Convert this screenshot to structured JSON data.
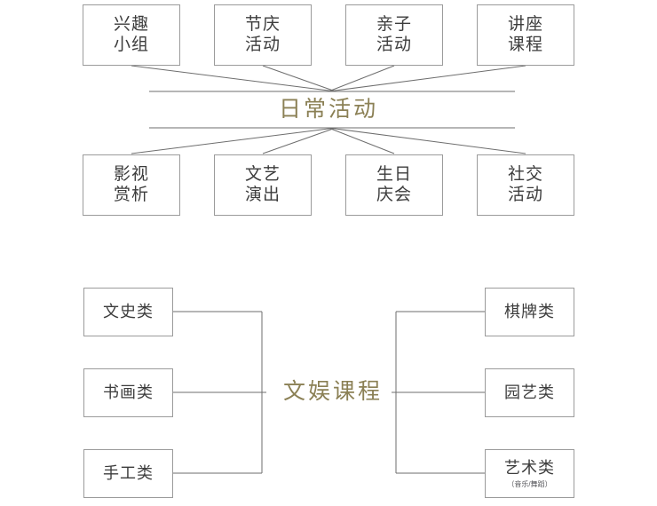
{
  "diagram": {
    "background_color": "#ffffff",
    "box_border_color": "#9b9b9b",
    "box_text_color": "#3c3c3c",
    "hub_text_color": "#8b8055",
    "connector_color": "#6e6e6e",
    "sections": [
      {
        "id": "daily-activities",
        "hub_label": "日常活动",
        "layout": "fan-top-bottom",
        "top_nodes": [
          {
            "line1": "兴趣",
            "line2": "小组"
          },
          {
            "line1": "节庆",
            "line2": "活动"
          },
          {
            "line1": "亲子",
            "line2": "活动"
          },
          {
            "line1": "讲座",
            "line2": "课程"
          }
        ],
        "bottom_nodes": [
          {
            "line1": "影视",
            "line2": "赏析"
          },
          {
            "line1": "文艺",
            "line2": "演出"
          },
          {
            "line1": "生日",
            "line2": "庆会"
          },
          {
            "line1": "社交",
            "line2": "活动"
          }
        ]
      },
      {
        "id": "entertainment-courses",
        "hub_label": "文娱课程",
        "layout": "bracket-left-right",
        "left_nodes": [
          {
            "line1": "文史类",
            "sub": ""
          },
          {
            "line1": "书画类",
            "sub": ""
          },
          {
            "line1": "手工类",
            "sub": ""
          }
        ],
        "right_nodes": [
          {
            "line1": "棋牌类",
            "sub": ""
          },
          {
            "line1": "园艺类",
            "sub": ""
          },
          {
            "line1": "艺术类",
            "sub": "（音乐/舞蹈）"
          }
        ]
      }
    ]
  }
}
